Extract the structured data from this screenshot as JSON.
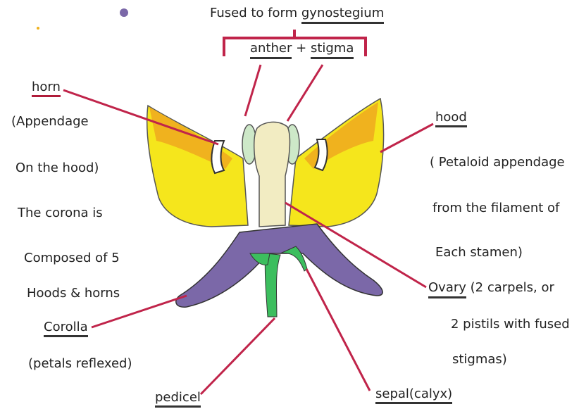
{
  "top": {
    "prefix": "Fused to form ",
    "term": "gynostegium"
  },
  "bracket": {
    "anther": "anther",
    "plus": "+",
    "stigma": "stigma"
  },
  "left": {
    "horn": "horn",
    "horn_desc_1": "(Appendage",
    "horn_desc_2": "On the hood)",
    "corona_1": "The corona is",
    "corona_2": "Composed of 5",
    "corona_3": "Hoods & horns",
    "corolla": "Corolla",
    "corolla_desc": "(petals reflexed)",
    "pedicel": "pedicel"
  },
  "right": {
    "hood": "hood",
    "hood_desc_1": "( Petaloid appendage",
    "hood_desc_2": "from the filament of",
    "hood_desc_3": "Each stamen)",
    "ovary": "Ovary",
    "ovary_desc_1": " (2 carpels, or",
    "ovary_desc_2": "2 pistils with fused",
    "ovary_desc_3": "stigmas)",
    "sepal": "sepal(calyx)"
  },
  "colors": {
    "hood_yellow": "#f5e61c",
    "hood_inner": "#f0b21e",
    "corolla_purple": "#7b68a8",
    "pedicel_green": "#3cbe5e",
    "anther_green": "#cde8c8",
    "column_cream": "#f2ecc2",
    "leader_red": "#c0244a"
  }
}
